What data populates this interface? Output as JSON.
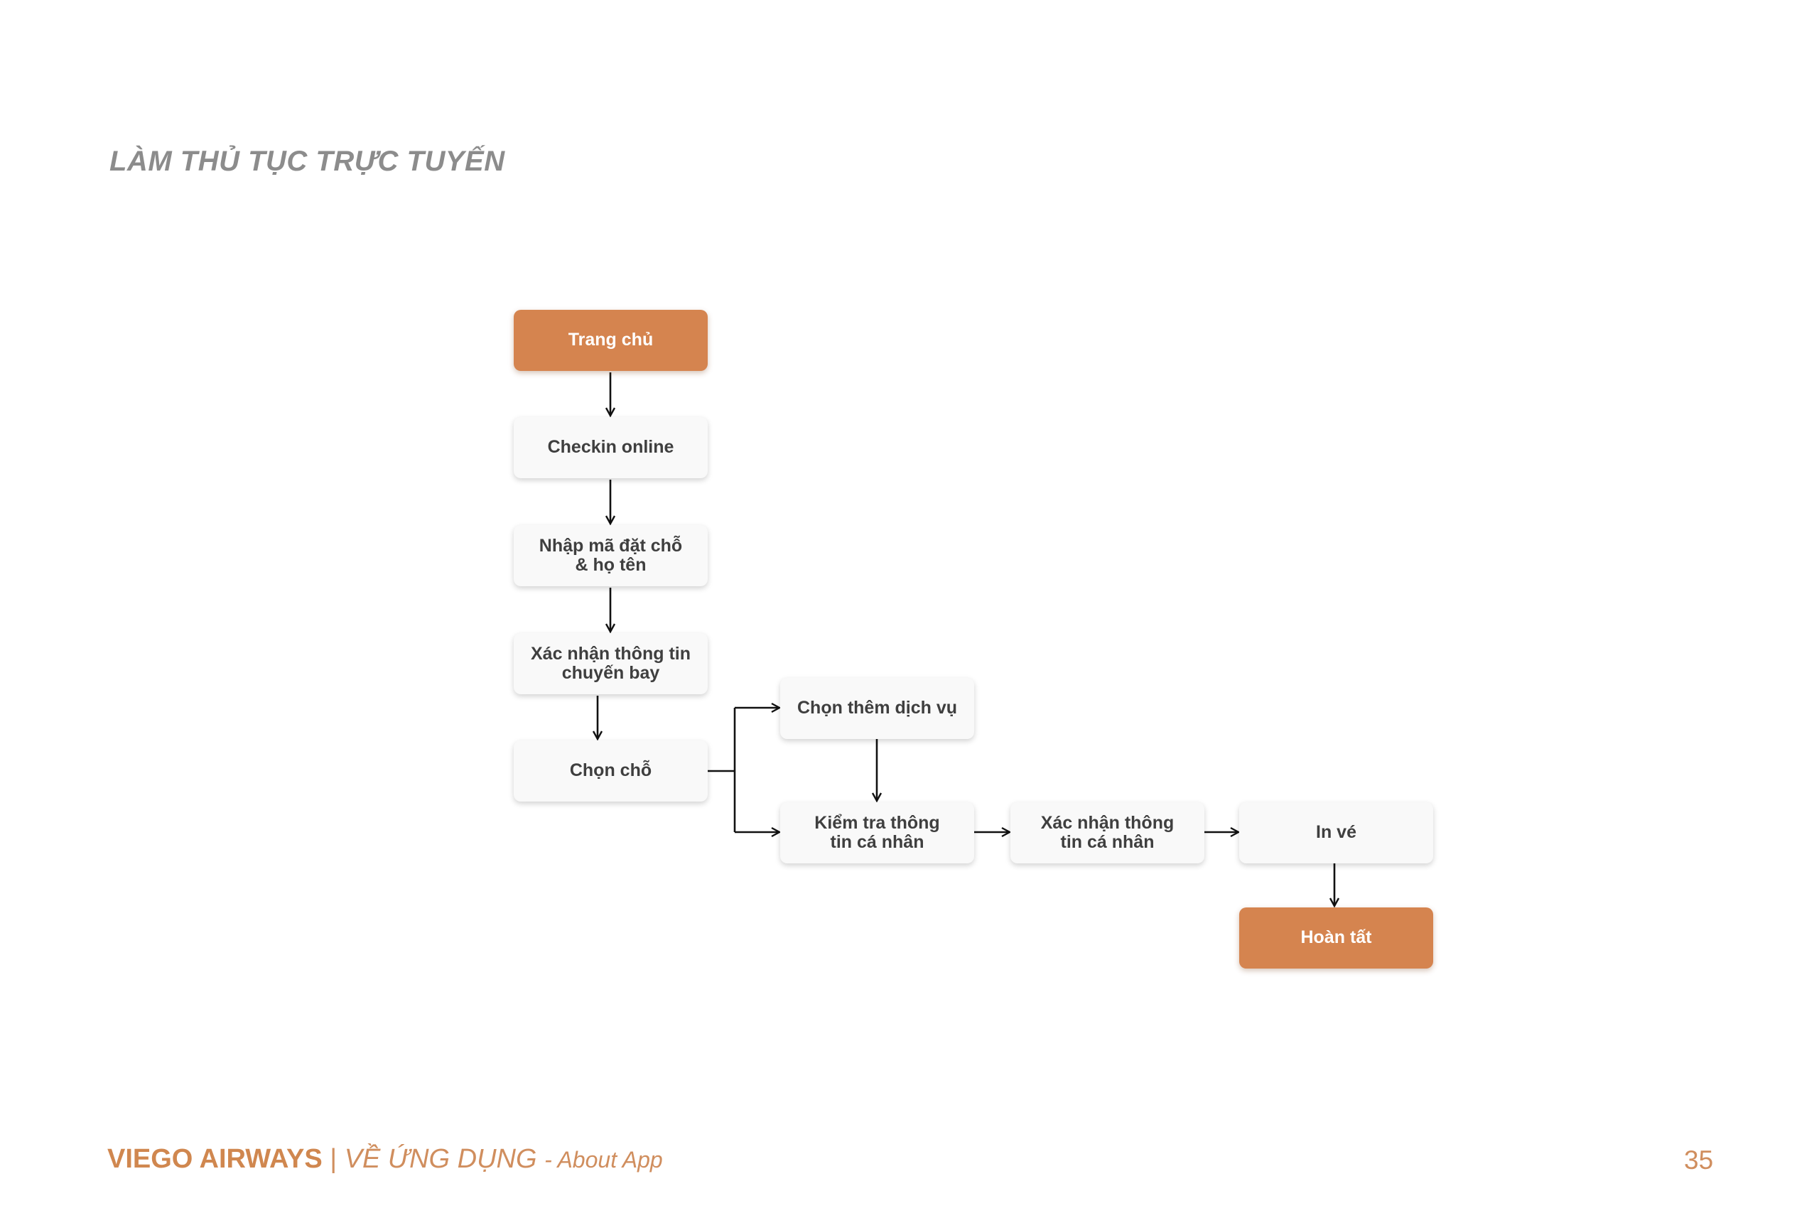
{
  "title": "LÀM THỦ TỤC TRỰC TUYẾN",
  "nodes": {
    "home": "Trang chủ",
    "checkin": "Checkin online",
    "enter_code_line1": "Nhập mã đặt chỗ",
    "enter_code_line2": "& họ tên",
    "confirm_flight_line1": "Xác nhận thông tin",
    "confirm_flight_line2": "chuyến bay",
    "choose_seat": "Chọn chỗ",
    "add_service": "Chọn thêm dịch vụ",
    "check_info_line1": "Kiểm tra thông",
    "check_info_line2": "tin cá nhân",
    "confirm_info_line1": "Xác nhận thông",
    "confirm_info_line2": "tin cá nhân",
    "print_ticket": "In vé",
    "done": "Hoàn tất"
  },
  "footer": {
    "brand": "VIEGO AIRWAYS",
    "separator": "|",
    "section": "VỀ ỨNG DỤNG",
    "subsection": "- About App",
    "page_number": "35"
  },
  "colors": {
    "accent": "#d5844f",
    "node_background": "#f9f9f9",
    "node_text": "#3f3f3f",
    "title": "#8c8c8c",
    "footer": "#d08e5e"
  }
}
